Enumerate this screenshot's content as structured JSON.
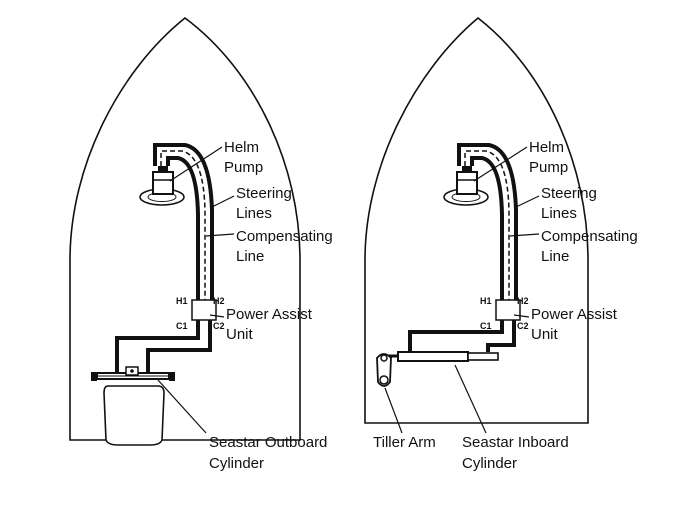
{
  "left_diagram": {
    "helm_pump": [
      "Helm",
      "Pump"
    ],
    "steering_lines": [
      "Steering",
      "Lines"
    ],
    "compensating_line": [
      "Compensating",
      "Line"
    ],
    "power_assist_unit": [
      "Power Assist",
      "Unit"
    ],
    "ports": {
      "h1": "H1",
      "h2": "H2",
      "c1": "C1",
      "c2": "C2"
    },
    "cylinder": [
      "Seastar Outboard",
      "Cylinder"
    ]
  },
  "right_diagram": {
    "helm_pump": [
      "Helm",
      "Pump"
    ],
    "steering_lines": [
      "Steering",
      "Lines"
    ],
    "compensating_line": [
      "Compensating",
      "Line"
    ],
    "power_assist_unit": [
      "Power Assist",
      "Unit"
    ],
    "ports": {
      "h1": "H1",
      "h2": "H2",
      "c1": "C1",
      "c2": "C2"
    },
    "tiller_arm": "Tiller Arm",
    "cylinder": [
      "Seastar Inboard",
      "Cylinder"
    ]
  }
}
